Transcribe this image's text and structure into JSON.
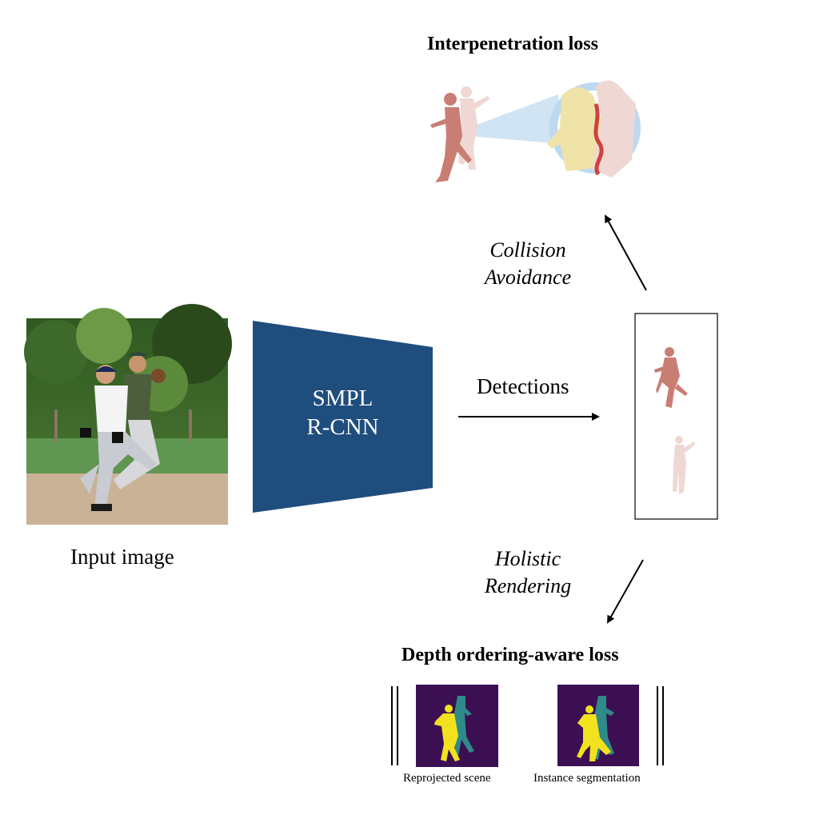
{
  "titles": {
    "interpenetration": "Interpenetration loss",
    "depth_ordering": "Depth ordering-aware loss"
  },
  "network": {
    "line1": "SMPL",
    "line2": "R-CNN",
    "color": "#1f4e7e"
  },
  "input_label": "Input image",
  "edges": {
    "detections": "Detections",
    "collision": [
      "Collision",
      "Avoidance"
    ],
    "holistic": [
      "Holistic",
      "Rendering"
    ]
  },
  "outputs": {
    "reprojected": "Reprojected scene",
    "instance": "Instance segmentation"
  },
  "colors": {
    "mesh_front": "#c97e73",
    "mesh_back": "#efd8d3",
    "mesh_yellow": "#efe3a8",
    "highlight_blue": "#bcd9f0",
    "seg_background": "#3b0f52",
    "seg_yellow": "#f2e21e",
    "seg_teal": "#2f8a8a"
  }
}
